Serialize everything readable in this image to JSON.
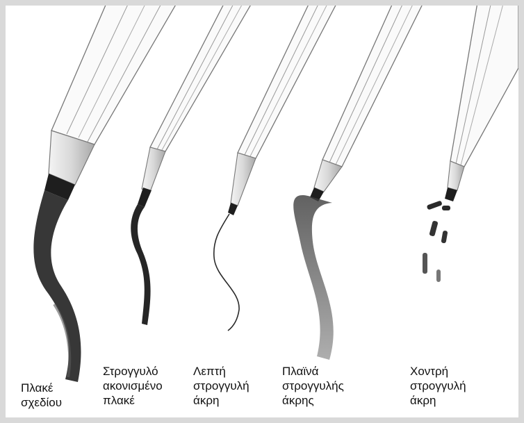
{
  "captions": [
    {
      "line1": "Πλακέ",
      "line2": "σχεδίου"
    },
    {
      "line1": "Στρογγυλό",
      "line2": "ακονισμένο",
      "line3": "πλακέ"
    },
    {
      "line1": "Λεπτή",
      "line2": "στρογγυλή",
      "line3": "άκρη"
    },
    {
      "line1": "Πλαϊνά",
      "line2": "στρογγυλής",
      "line3": "άκρης"
    },
    {
      "line1": "Χοντρή",
      "line2": "στρογγυλή",
      "line3": "άκρη"
    }
  ],
  "colors": {
    "border": "#d9d9d9",
    "background": "#ffffff",
    "graphite": "#2a2a2a",
    "pencil_line": "#6a6a6a"
  }
}
